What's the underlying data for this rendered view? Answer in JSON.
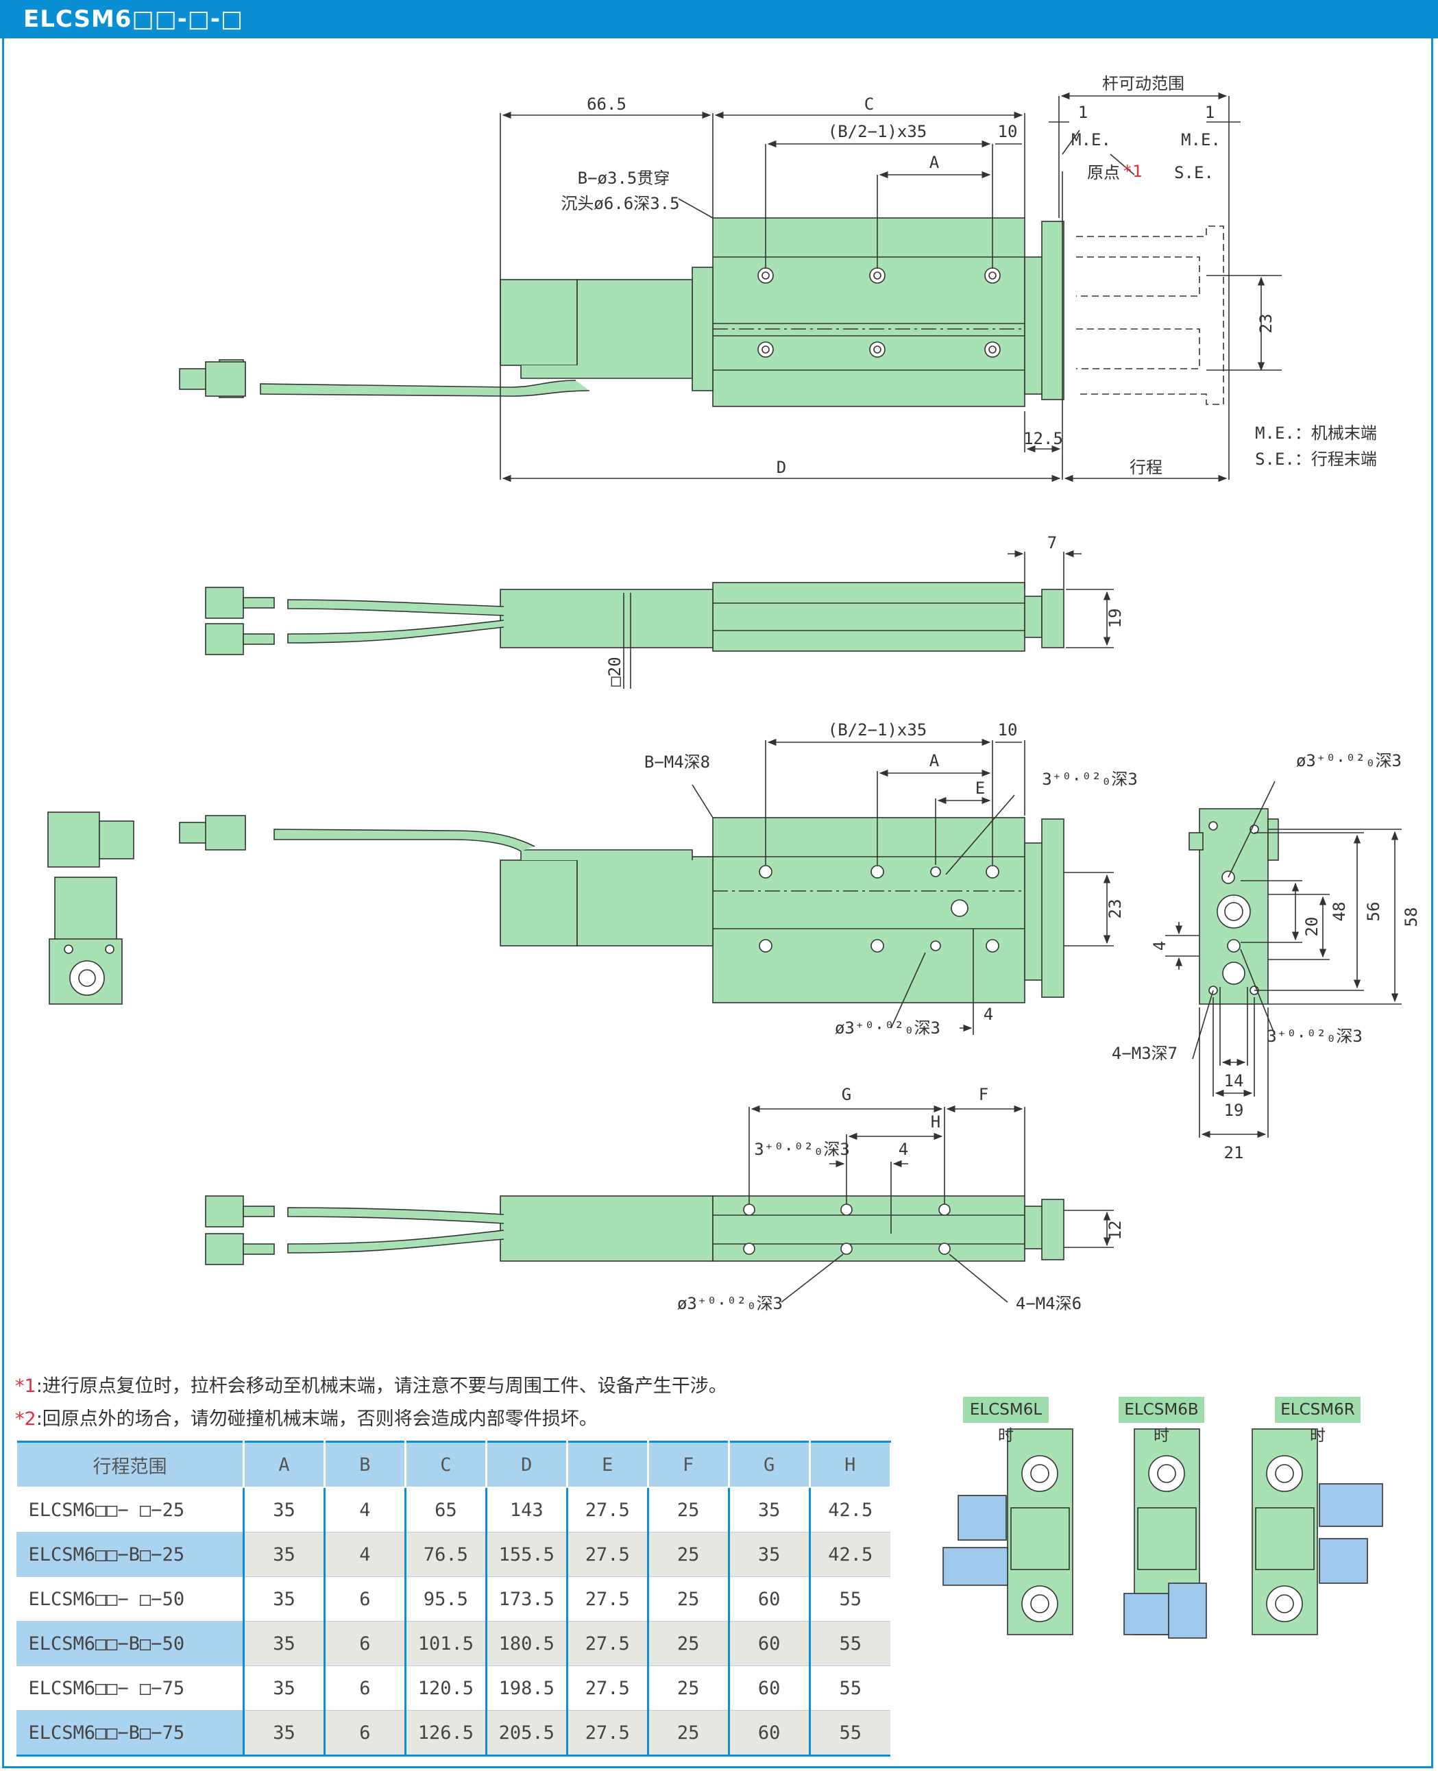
{
  "header": {
    "title": "ELCSM6□□-□-□"
  },
  "top_view": {
    "dim_66_5": "66.5",
    "dim_C": "C",
    "dim_pitch": "(B/2−1)x35",
    "dim_10": "10",
    "dim_A": "A",
    "rod_range": "杆可动范围",
    "dim_1_left": "1",
    "dim_1_right": "1",
    "me_left": "M.E.",
    "me_right": "M.E.",
    "origin": "原点",
    "origin_mark": "*1",
    "se": "S.E.",
    "hole_note_1": "B−ø3.5贯穿",
    "hole_note_2": "沉头ø6.6深3.5",
    "dim_23": "23",
    "dim_12_5": "12.5",
    "dim_D": "D",
    "stroke": "行程",
    "legend_me": "M.E.：机械末端",
    "legend_se": "S.E.：行程末端"
  },
  "side_view": {
    "dim_7": "7",
    "dim_19": "19",
    "dim_sq20": "□20"
  },
  "bottom_view": {
    "pitch": "(B/2−1)x35",
    "dim_10": "10",
    "thread_note": "B−M4深8",
    "dim_A": "A",
    "dim_E": "E",
    "pin_hole_1": "3⁺⁰·⁰²₀深3",
    "dim_23": "23",
    "pin_hole_2": "ø3⁺⁰·⁰²₀深3",
    "dim_4": "4"
  },
  "end_view": {
    "pin_top": "ø3⁺⁰·⁰²₀深3",
    "dim_20": "20",
    "dim_48": "48",
    "dim_56": "56",
    "dim_58": "58",
    "dim_4": "4",
    "thread_note": "4−M3深7",
    "pin_bottom": "3⁺⁰·⁰²₀深3",
    "dim_14": "14",
    "dim_19": "19",
    "dim_21": "21"
  },
  "lower_side_view": {
    "dim_G": "G",
    "dim_F": "F",
    "dim_H": "H",
    "pin_top": "3⁺⁰·⁰²₀深3",
    "dim_4": "4",
    "dim_12": "12",
    "pin_bottom": "ø3⁺⁰·⁰²₀深3",
    "thread_note": "4−M4深6"
  },
  "notes": [
    {
      "mark": "*1",
      "text": ":进行原点复位时，拉杆会移动至机械末端，请注意不要与周围工件、设备产生干涉。"
    },
    {
      "mark": "*2",
      "text": ":回原点外的场合，请勿碰撞机械末端，否则将会造成内部零件损坏。"
    }
  ],
  "table": {
    "headers": [
      "行程范围",
      "A",
      "B",
      "C",
      "D",
      "E",
      "F",
      "G",
      "H"
    ],
    "rows": [
      {
        "model": "ELCSM6□□− □−25",
        "cells": [
          "35",
          "4",
          "65",
          "143",
          "27.5",
          "25",
          "35",
          "42.5"
        ]
      },
      {
        "model": "ELCSM6□□−B□−25",
        "cells": [
          "35",
          "4",
          "76.5",
          "155.5",
          "27.5",
          "25",
          "35",
          "42.5"
        ]
      },
      {
        "model": "ELCSM6□□− □−50",
        "cells": [
          "35",
          "6",
          "95.5",
          "173.5",
          "27.5",
          "25",
          "60",
          "55"
        ]
      },
      {
        "model": "ELCSM6□□−B□−50",
        "cells": [
          "35",
          "6",
          "101.5",
          "180.5",
          "27.5",
          "25",
          "60",
          "55"
        ]
      },
      {
        "model": "ELCSM6□□− □−75",
        "cells": [
          "35",
          "6",
          "120.5",
          "198.5",
          "27.5",
          "25",
          "60",
          "55"
        ]
      },
      {
        "model": "ELCSM6□□−B□−75",
        "cells": [
          "35",
          "6",
          "126.5",
          "205.5",
          "27.5",
          "25",
          "60",
          "55"
        ]
      }
    ]
  },
  "variants": [
    {
      "label": "ELCSM6L时"
    },
    {
      "label": "ELCSM6B时"
    },
    {
      "label": "ELCSM6R时"
    }
  ],
  "colors": {
    "accent": "#0a8fd4",
    "body": "#a8e2b4",
    "table_header": "#a9d3ee",
    "connector": "#9fc9ec",
    "mark": "#e0303a"
  }
}
